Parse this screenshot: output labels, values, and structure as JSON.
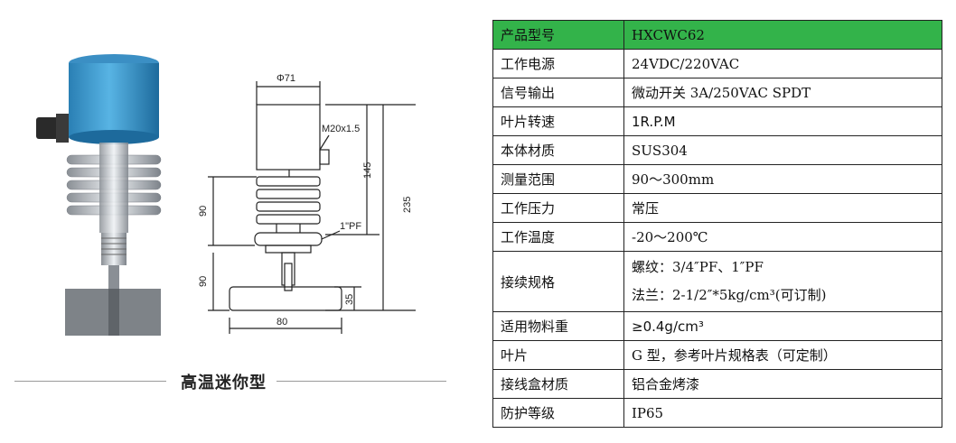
{
  "figure": {
    "caption": "高温迷你型",
    "dimensions": {
      "diameter": "Φ71",
      "thread": "M20x1.5",
      "height_upper": "145",
      "height_total": "235",
      "height_fins": "90",
      "height_lower": "90",
      "process_thread": "1\"PF",
      "blade_height": "35",
      "blade_width": "80"
    }
  },
  "spec_table": {
    "header": {
      "label": "产品型号",
      "value": "HXCWC62",
      "color": "#33b34a"
    },
    "rows": [
      {
        "label": "工作电源",
        "value": "24VDC/220VAC"
      },
      {
        "label": "信号输出",
        "value": "微动开关 3A/250VAC SPDT"
      },
      {
        "label": "叶片转速",
        "value": "1R.P.M"
      },
      {
        "label": "本体材质",
        "value": "SUS304"
      },
      {
        "label": "测量范围",
        "value": "90～300mm"
      },
      {
        "label": "工作压力",
        "value": "常压"
      },
      {
        "label": "工作温度",
        "value": "-20～200℃"
      }
    ],
    "connection": {
      "label": "接续规格",
      "line1": "螺纹：3/4″PF、1″PF",
      "line2": "法兰：2-1/2″*5kg/cm³(可订制)"
    },
    "rows2": [
      {
        "label": "适用物料重",
        "value": "≥0.4g/cm³"
      },
      {
        "label": "叶片",
        "value": "G 型，参考叶片规格表（可定制）"
      },
      {
        "label": "接线盒材质",
        "value": "铝合金烤漆"
      },
      {
        "label": "防护等级",
        "value": "IP65"
      }
    ]
  }
}
